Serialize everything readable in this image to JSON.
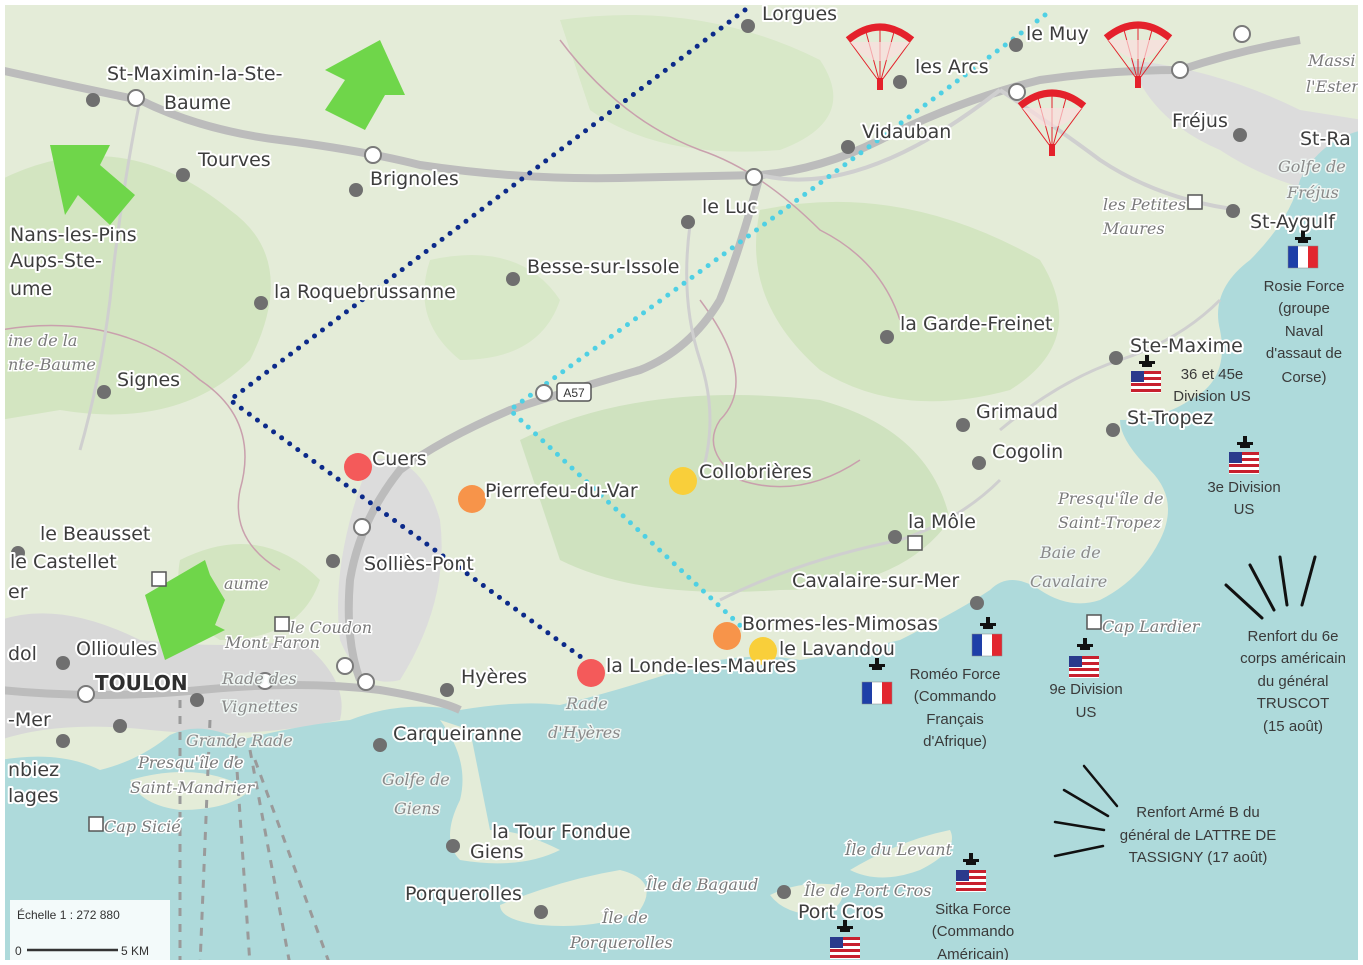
{
  "colors": {
    "land": "#e4ecd8",
    "forest": "#cfe2bf",
    "urban": "#d9d9d9",
    "sea": "#aedadb",
    "road": "#b5b5b5",
    "border": "#c9a0ad",
    "arrow": "#6fd64a",
    "line_dark": "#0c2a8a",
    "line_light": "#4fd0e4",
    "dot_red": "#f45a5a",
    "dot_orange": "#f7944a",
    "dot_yellow": "#f9cf3a",
    "parachute": "#e4212b"
  },
  "places": [
    "Lorgues",
    "le Muy",
    "les Arcs",
    "Fréjus",
    "St-Maximin-la-Ste-",
    "Baume",
    "Tourves",
    "Brignoles",
    "Vidauban",
    "St-Ra",
    "le Luc",
    "St-Aygulf",
    "Nans-les-Pins",
    "Aups-Ste-",
    "ume",
    "la Roquebrussanne",
    "Besse-sur-Issole",
    "la Garde-Freinet",
    "Ste-Maxime",
    "Signes",
    "Grimaud",
    "St-Tropez",
    "Cogolin",
    "Cuers",
    "Pierrefeu-du-Var",
    "Collobrières",
    "la Môle",
    "le Beausset",
    "le Castellet",
    "Solliès-Pont",
    "Cavalaire-sur-Mer",
    "Bormes-les-Mimosas",
    "le Lavandou",
    "la Londe-les-Maures",
    "Ollioules",
    "dol",
    "Hyères",
    "Carqueiranne",
    "la Tour Fondue",
    "Giens",
    "Porquerolles",
    "Port Cros",
    "-Mer",
    "nbiez",
    "lages",
    "er"
  ],
  "city_label": "TOULON",
  "natural_labels": [
    "les Petites",
    "Maures",
    "Massi",
    "l'Ester",
    "Golfe de",
    "Fréjus",
    "ine de la",
    "nte-Baume",
    "Presqu'île de",
    "Saint-Tropez",
    "Baie de",
    "Cavalaire",
    "Cap Lardier",
    "le Coudon",
    "Mont Faron",
    "aume",
    "Rade des",
    "Vignettes",
    "Grande Rade",
    "Presqu'île de",
    "Saint-Mandrier",
    "Cap Sicié",
    "Rade",
    "d'Hyères",
    "Golfe de",
    "Giens",
    "Île du Levant",
    "Île de Bagaud",
    "Île de Port Cros",
    "Île de",
    "Porquerolles"
  ],
  "road_shield": "A57",
  "annotations": {
    "rosie": [
      "Rosie Force",
      "(groupe",
      "Naval",
      "d'assaut de",
      "Corse)"
    ],
    "us36": [
      "36 et 45e",
      "Division US"
    ],
    "us3": [
      "3e Division",
      "US"
    ],
    "truscot": [
      "Renfort du 6e",
      "corps américain",
      "du général",
      "TRUSCOT",
      "(15 août)"
    ],
    "romeo": [
      "Roméo Force",
      "(Commando",
      "Français",
      "d'Afrique)"
    ],
    "us9": [
      "9e Division",
      "US"
    ],
    "lattre": [
      "Renfort Armé B du",
      "général de LATTRE DE",
      "TASSIGNY (17 août)"
    ],
    "sitka": [
      "Sitka Force",
      "(Commando",
      "Américain)"
    ]
  },
  "scale": {
    "label": "Échelle 1 : 272 880",
    "zero": "0",
    "distance": "5 KM"
  }
}
